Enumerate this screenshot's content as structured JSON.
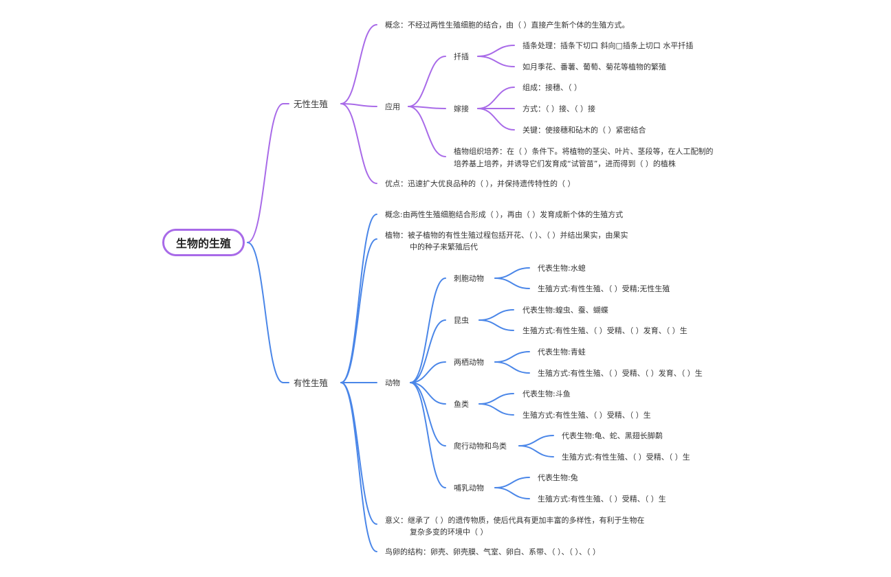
{
  "colors": {
    "asexual": "#a86ae8",
    "sexual": "#4a86e8",
    "root_border": "#a86ae8"
  },
  "root": "生物的生殖",
  "asexual": {
    "label": "无性生殖",
    "concept": "概念：不经过两性生殖细胞的结合，由（   ）直接产生新个体的生殖方式。",
    "application": "应用",
    "cutting": "扦插",
    "cutting_process": "插条处理：插条下切口 斜向□插条上切口 水平扦插",
    "cutting_examples": "如月季花、番薯、葡萄、菊花等植物的繁殖",
    "grafting": "嫁接",
    "graft_parts": "组成：接穗、（   ）",
    "graft_methods": "方式：（    ）接、（    ）接",
    "graft_key": "关键：使接穗和砧木的（    ）紧密结合",
    "tissue_line1": "植物组织培养：在（    ）条件下。将植物的茎尖、叶片、茎段等，在人工配制的",
    "tissue_line2": "培养基上培养，并诱导它们发育成“试管苗”，进而得到（   ）的植株",
    "advantage": "优点：迅速扩大优良品种的（    ），并保持遗传特性的（      ）"
  },
  "sexual": {
    "label": "有性生殖",
    "concept": "概念:由两性生殖细胞结合形成（   ），再由（      ）发育成新个体的生殖方式",
    "plant_line1": "植物：被子植物的有性生殖过程包括开花、（    ）、（    ）并结出果实，由果实",
    "plant_line2": "中的种子来繁殖后代",
    "animal": "动物",
    "cnidaria": "刺胞动物",
    "cnidaria_rep": "代表生物:水螅",
    "cnidaria_mode": "生殖方式:有性生殖、（    ）受精;无性生殖",
    "insect": "昆虫",
    "insect_rep": "代表生物:蝗虫、蚕、蝴蝶",
    "insect_mode": "生殖方式:有性生殖、（    ）受精、（      ）发育、（    ）生",
    "amphibian": "两栖动物",
    "amphibian_rep": "代表生物:青蛙",
    "amphibian_mode": "生殖方式:有性生殖、（    ）受精、（      ）发育、（    ）生",
    "fish": "鱼类",
    "fish_rep": "代表生物:斗鱼",
    "fish_mode": "生殖方式:有性生殖、（    ）受精、（    ）生",
    "reptile_bird": "爬行动物和鸟类",
    "reptile_rep": "代表生物:龟、蛇、黑翅长脚鹬",
    "reptile_mode": "生殖方式:有性生殖、（    ）受精、（    ）生",
    "mammal": "哺乳动物",
    "mammal_rep": "代表生物:兔",
    "mammal_mode": "生殖方式:有性生殖、（    ）受精、（    ）生",
    "meaning_line1": "意义：继承了（    ）的遗传物质，使后代具有更加丰富的多样性，有利于生物在",
    "meaning_line2": "复杂多变的环境中（      ）",
    "egg": "鸟卵的结构：卵壳、卵壳膜、气室、卵白、系带、（   ）、（    ）、（   ）"
  }
}
